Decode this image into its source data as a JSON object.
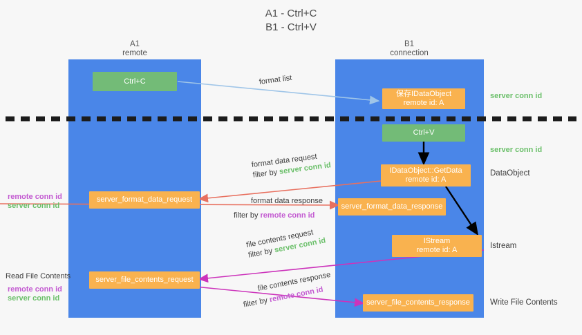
{
  "title": {
    "line1": "A1 - Ctrl+C",
    "line2": "B1 - Ctrl+V"
  },
  "columns": [
    {
      "id": "a1",
      "name": "A1",
      "role": "remote"
    },
    {
      "id": "b1",
      "name": "B1",
      "role": "connection"
    }
  ],
  "nodes": {
    "ctrl_c": {
      "label": "Ctrl+C"
    },
    "ctrl_v": {
      "label": "Ctrl+V"
    },
    "save_idataobject": {
      "line1": "保存IDataObject",
      "line2": "remote id: A"
    },
    "getdata": {
      "line1": "IDataObject::GetData",
      "line2": "remote id: A"
    },
    "istream": {
      "line1": "IStream",
      "line2": "remote id: A"
    },
    "fmt_data_request": {
      "label": "server_format_data_request"
    },
    "fmt_data_response": {
      "label": "server_format_data_response"
    },
    "file_contents_request": {
      "label": "server_file_contents_request"
    },
    "file_contents_response": {
      "label": "server_file_contents_response"
    }
  },
  "flows": {
    "format_list": {
      "label": "format list"
    },
    "format_data_request": {
      "label": "format data request",
      "filter_prefix": "filter by",
      "filter_value": "server conn id"
    },
    "format_data_response": {
      "label": "format data response",
      "filter_prefix": "filter by",
      "filter_value": "remote conn id"
    },
    "file_contents_request": {
      "label": "file contents request",
      "filter_prefix": "filter by",
      "filter_value": "server conn id"
    },
    "file_contents_response": {
      "label": "file contents response",
      "filter_prefix": "filter by",
      "filter_value": "remote conn id"
    }
  },
  "right_labels": {
    "server_conn_id_top": "server conn id",
    "server_conn_id_mid": "server conn id",
    "dataobject": "DataObject",
    "istream": "Istream",
    "write_file_contents": "Write File Contents"
  },
  "left_labels": {
    "remote_conn_id_1": "remote conn id",
    "server_conn_id_1": "server conn id",
    "read_file_contents": "Read File Contents",
    "remote_conn_id_2": "remote conn id",
    "server_conn_id_2": "server conn id"
  },
  "colors": {
    "lane": "#4a86e8",
    "box_orange": "#f9b24f",
    "box_green": "#73bb77",
    "green_text": "#6abf69",
    "purple_text": "#c35ad1",
    "arrow_blue": "#9fc5e8",
    "arrow_red": "#e8705f",
    "arrow_magenta": "#cc33bb",
    "arrow_black": "#000000",
    "divider": "#1c1c1c",
    "background": "#f7f7f7"
  }
}
